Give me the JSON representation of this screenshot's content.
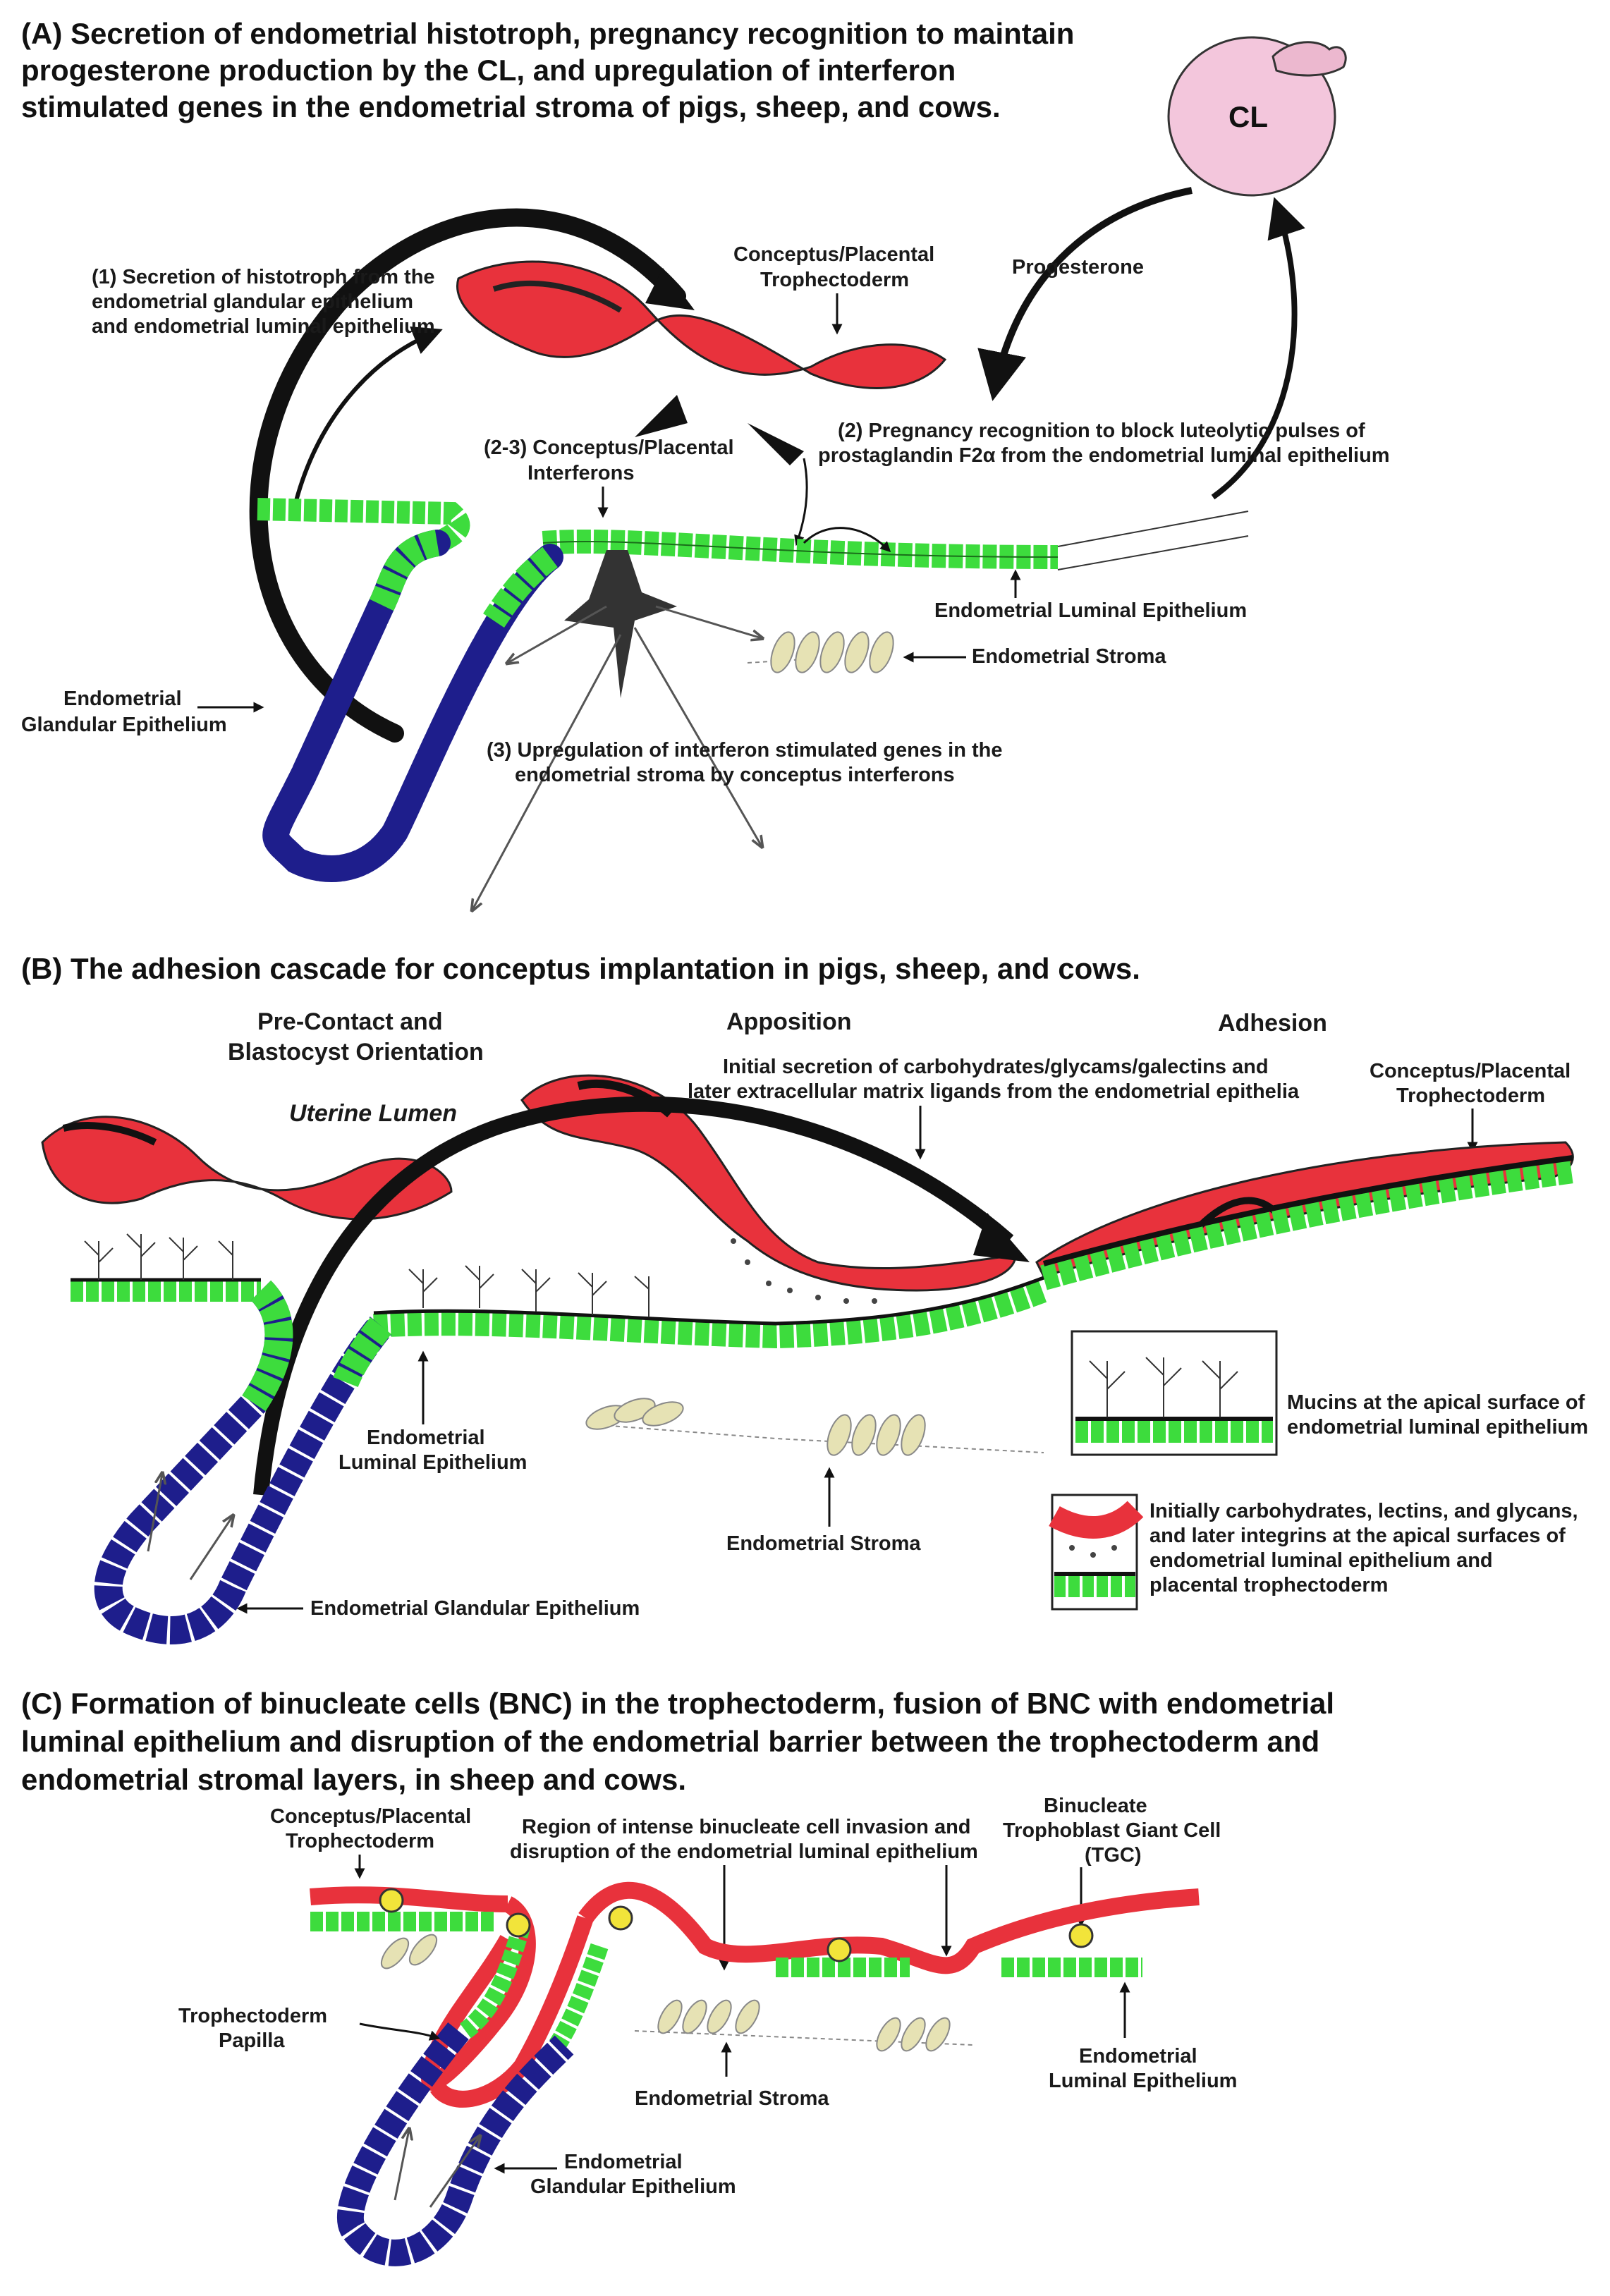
{
  "panelA": {
    "title": [
      "(A) Secretion of endometrial histotroph, pregnancy recognition to maintain",
      "progesterone production by the CL, and upregulation of interferon",
      "stimulated genes in the endometrial stroma of pigs, sheep, and cows."
    ],
    "cl": "CL",
    "progesterone": "Progesterone",
    "step1": [
      "(1) Secretion of histotroph from the",
      "endometrial glandular epithelium",
      "and endometrial luminal epithelium"
    ],
    "conceptus": [
      "Conceptus/Placental",
      "Trophectoderm"
    ],
    "step23": [
      "(2-3) Conceptus/Placental",
      "Interferons"
    ],
    "step2": [
      "(2) Pregnancy recognition to block luteolytic pulses of",
      "prostaglandin F2α from the endometrial luminal epithelium"
    ],
    "luminal": "Endometrial Luminal Epithelium",
    "stroma": "Endometrial Stroma",
    "glandular": [
      "Endometrial",
      "Glandular Epithelium"
    ],
    "step3": [
      "(3) Upregulation of interferon stimulated genes in the",
      "endometrial stroma by conceptus interferons"
    ]
  },
  "panelB": {
    "title": "(B) The adhesion cascade for conceptus implantation in pigs, sheep, and cows.",
    "precontact": [
      "Pre-Contact and",
      "Blastocyst Orientation"
    ],
    "apposition": "Apposition",
    "adhesion": "Adhesion",
    "uterine_lumen": "Uterine Lumen",
    "initial_secretion": [
      "Initial secretion of carbohydrates/glycams/galectins and",
      "later extracellular matrix ligands from the endometrial epithelia"
    ],
    "conceptus": [
      "Conceptus/Placental",
      "Trophectoderm"
    ],
    "luminal": [
      "Endometrial",
      "Luminal Epithelium"
    ],
    "stroma": "Endometrial Stroma",
    "glandular": "Endometrial Glandular Epithelium",
    "mucins": [
      "Mucins at the apical surface of",
      "endometrial luminal epithelium"
    ],
    "integrins": [
      "Initially carbohydrates, lectins, and glycans,",
      "and later integrins at the apical surfaces of",
      "endometrial luminal epithelium and",
      "placental trophectoderm"
    ]
  },
  "panelC": {
    "title": [
      "(C) Formation of binucleate cells (BNC) in the trophectoderm, fusion of BNC with endometrial",
      "luminal epithelium and disruption of the endometrial barrier between the trophectoderm and",
      "endometrial stromal layers, in sheep and cows."
    ],
    "conceptus": [
      "Conceptus/Placental",
      "Trophectoderm"
    ],
    "region": [
      "Region of intense binucleate cell invasion and",
      "disruption of the endometrial luminal epithelium"
    ],
    "tgc": [
      "Binucleate",
      "Trophoblast Giant Cell",
      "(TGC)"
    ],
    "papilla": [
      "Trophectoderm",
      "Papilla"
    ],
    "stroma": "Endometrial Stroma",
    "luminal": [
      "Endometrial",
      "Luminal Epithelium"
    ],
    "glandular": [
      "Endometrial",
      "Glandular Epithelium"
    ]
  },
  "colors": {
    "trophectoderm_red": "#e8323c",
    "luminal_green": "#3ddc3d",
    "glandular_blue": "#1e1e8c",
    "stroma_yellow": "#e6e2b4",
    "cl_pink": "#f3c6dc",
    "bnc_yellow": "#f2e43a"
  }
}
